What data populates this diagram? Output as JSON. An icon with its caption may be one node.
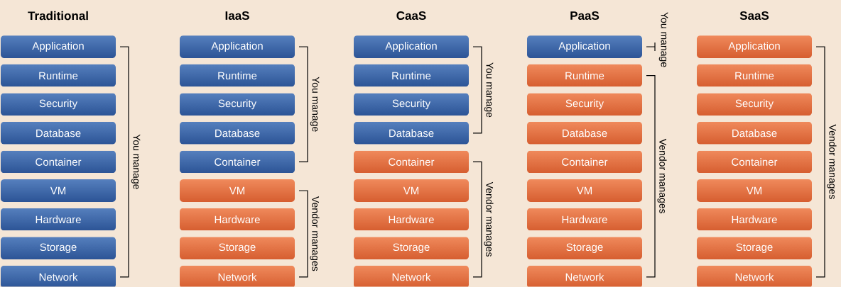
{
  "diagram": {
    "nodes": [
      {
        "text": [
          "Application"
        ]
      },
      {
        "text": [
          "Runtime"
        ]
      },
      {
        "text": [
          "Security"
        ]
      },
      {
        "text": [
          "Database"
        ]
      },
      {
        "text": [
          "Container"
        ]
      },
      {
        "text": [
          "VM"
        ]
      },
      {
        "text": [
          "Hardware"
        ]
      },
      {
        "text": [
          "Storage"
        ]
      },
      {
        "text": [
          "Network"
        ]
      },
      {
        "text": [
          "Application"
        ]
      },
      {
        "text": [
          "Runtime"
        ]
      },
      {
        "text": [
          "Security"
        ]
      },
      {
        "text": [
          "Database"
        ]
      },
      {
        "text": [
          "Container"
        ]
      },
      {
        "text": [
          "VM"
        ]
      },
      {
        "text": [
          "Hardware"
        ]
      },
      {
        "text": [
          "Storage"
        ]
      },
      {
        "text": [
          "Network"
        ]
      },
      {
        "text": [
          "Application"
        ]
      },
      {
        "text": [
          "Runtime"
        ]
      },
      {
        "text": [
          "Security"
        ]
      },
      {
        "text": [
          "Database"
        ]
      },
      {
        "text": [
          "Container"
        ]
      },
      {
        "text": [
          "VM"
        ]
      },
      {
        "text": [
          "Hardware"
        ]
      },
      {
        "text": [
          "Storage"
        ]
      },
      {
        "text": [
          "Network"
        ]
      },
      {
        "text": [
          "Application"
        ]
      },
      {
        "text": [
          "Runtime"
        ]
      },
      {
        "text": [
          "Security"
        ]
      },
      {
        "text": [
          "Database"
        ]
      },
      {
        "text": [
          "Container"
        ]
      },
      {
        "text": [
          "VM"
        ]
      },
      {
        "text": [
          "Hardware"
        ]
      },
      {
        "text": [
          "Storage"
        ]
      },
      {
        "text": [
          "Network"
        ]
      },
      {
        "text": [
          "Application"
        ]
      },
      {
        "text": [
          "Runtime"
        ]
      },
      {
        "text": [
          "Security"
        ]
      },
      {
        "text": [
          "Database"
        ]
      },
      {
        "text": [
          "Container"
        ]
      },
      {
        "text": [
          "VM"
        ]
      },
      {
        "text": [
          "Hardware"
        ]
      },
      {
        "text": [
          "Storage"
        ]
      },
      {
        "text": [
          "Network"
        ]
      }
    ],
    "labels": [
      "Traditional",
      "IaaS",
      "CaaS",
      "PaaS",
      "SaaS",
      "You manage",
      "You manage",
      "Vendor manages",
      "You manage",
      "Vendor manages",
      "You manage",
      "Vendor manages",
      "Vendor manages"
    ]
  }
}
